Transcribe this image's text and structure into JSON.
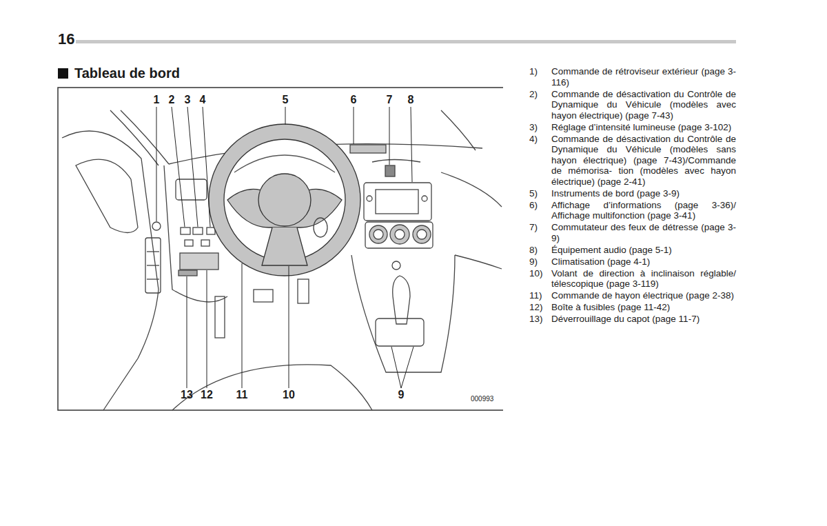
{
  "diagram": {
    "title": "Tableau de bord",
    "labels": [
      "16",
      "1",
      "2",
      "3",
      "4",
      "5",
      "6",
      "7",
      "8",
      "13",
      "12",
      "11",
      "10",
      "9",
      "000993",
      "1)",
      "Commande de rétroviseur extérieur (page 3-116)",
      "2)",
      "Commande de désactivation du Contrôle de Dynamique du Véhicule (modèles avec hayon électrique) (page 7-43)",
      "3)",
      "Réglage d’intensité lumineuse (page 3-102)",
      "4)",
      "Commande de désactivation du Contrôle de Dynamique du Véhicule (modèles sans hayon électrique) (page 7-43)/Commande de mémorisa- tion (modèles avec hayon électrique) (page 2-41)",
      "5)",
      "Instruments de bord (page 3-9)",
      "6)",
      "Affichage d’informations (page 3-36)/ Affichage multifonction (page 3-41)",
      "7)",
      "Commutateur des feux de détresse (page 3-9)",
      "8)",
      "Équipement audio (page 5-1)",
      "9)",
      "Climatisation (page 4-1)",
      "10)",
      "Volant de direction à inclinaison réglable/ télescopique (page 3-119)",
      "11)",
      "Commande de hayon électrique (page 2-38)",
      "12)",
      "Boîte à fusibles (page 11-42)",
      "13)",
      "Déverrouillage du capot (page 11-7)"
    ]
  }
}
